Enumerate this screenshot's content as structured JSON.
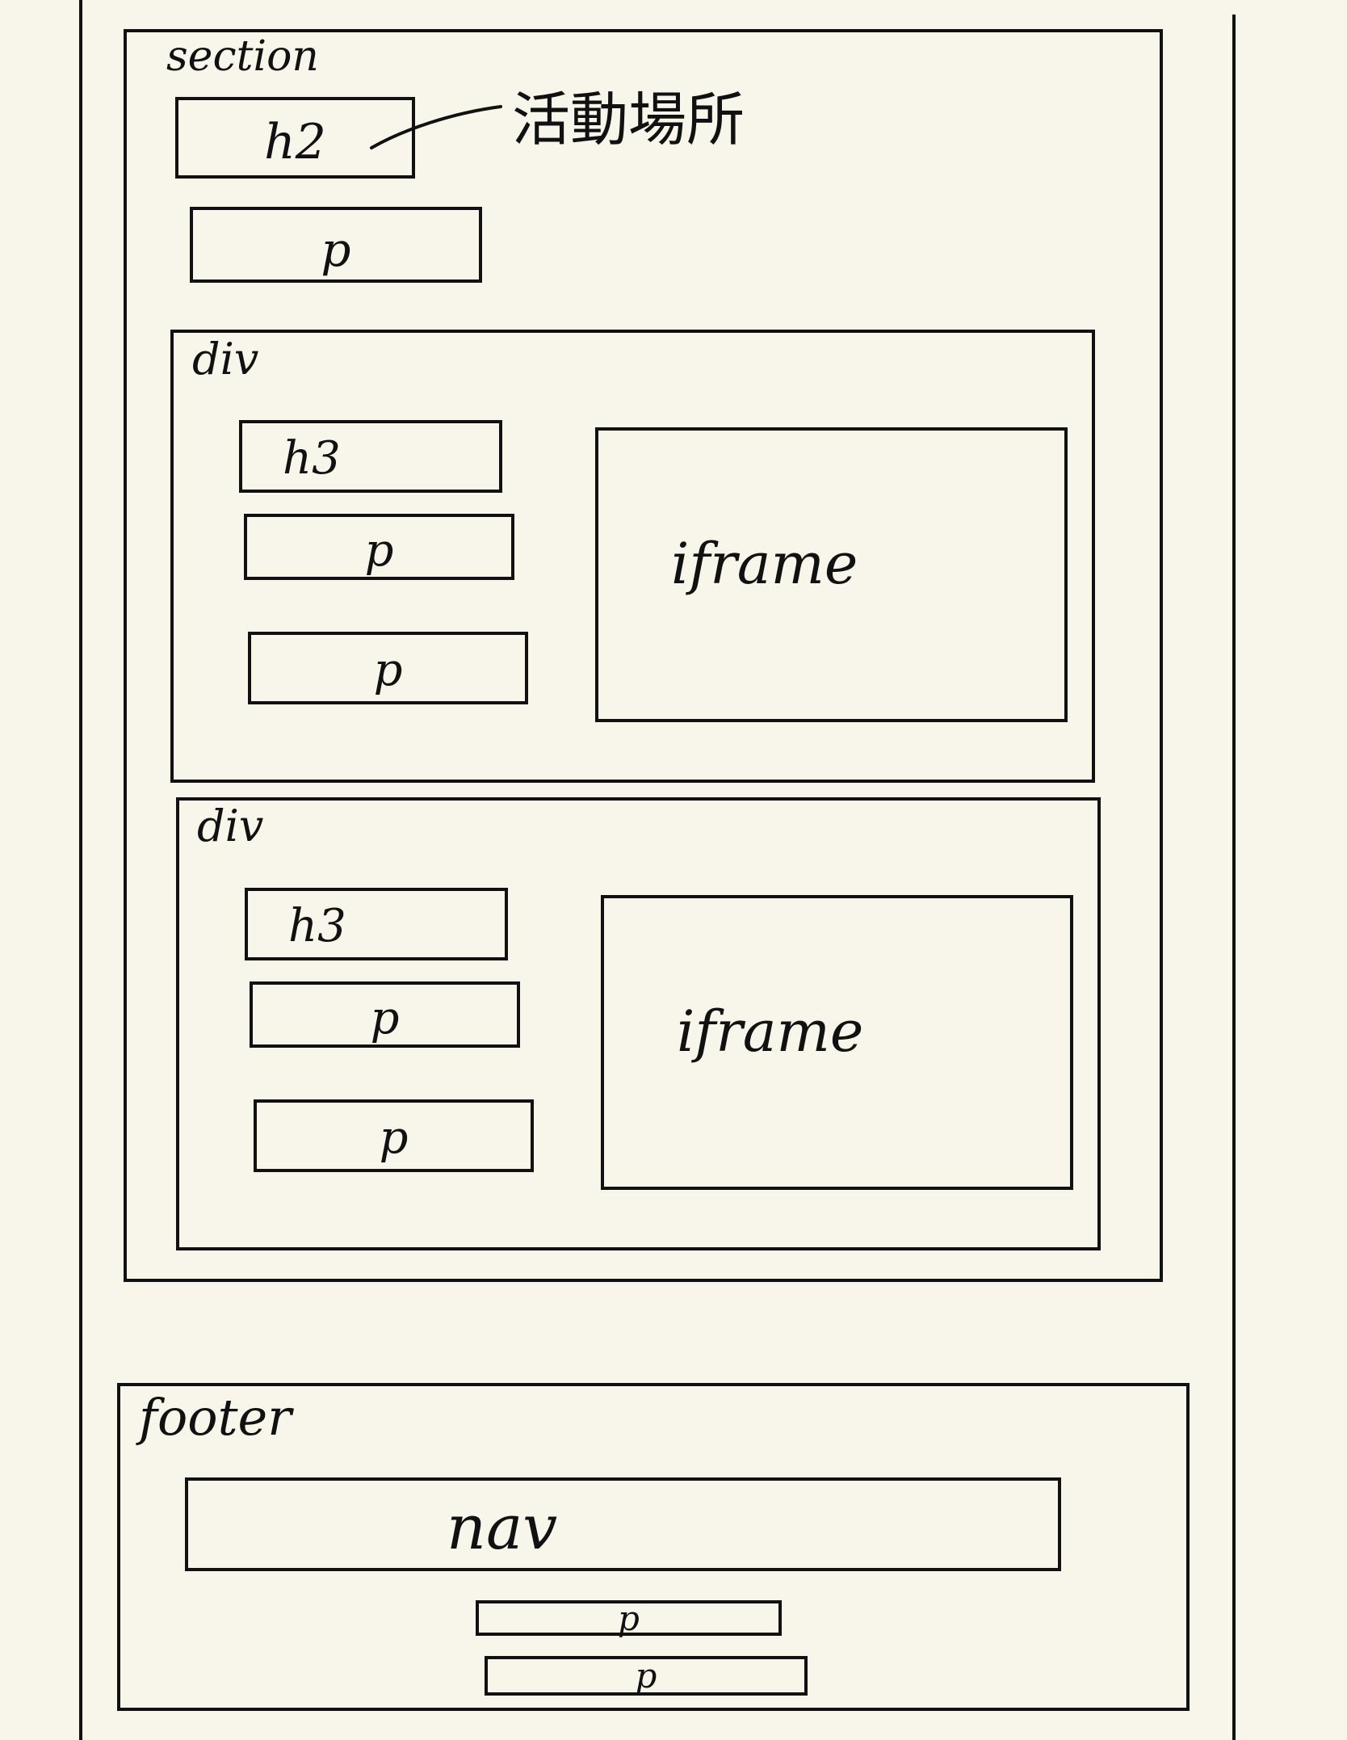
{
  "section": {
    "label": "section",
    "h2": {
      "label": "h2",
      "annotation": "活動場所"
    },
    "p": {
      "label": "p"
    },
    "divs": [
      {
        "label": "div",
        "h3": "h3",
        "p1": "p",
        "p2": "p",
        "iframe": "iframe"
      },
      {
        "label": "div",
        "h3": "h3",
        "p1": "p",
        "p2": "p",
        "iframe": "iframe"
      }
    ]
  },
  "footer": {
    "label": "footer",
    "nav": "nav",
    "p1": "p",
    "p2": "p"
  },
  "colors": {
    "background": "#f8f6eb",
    "ink": "#111111"
  }
}
